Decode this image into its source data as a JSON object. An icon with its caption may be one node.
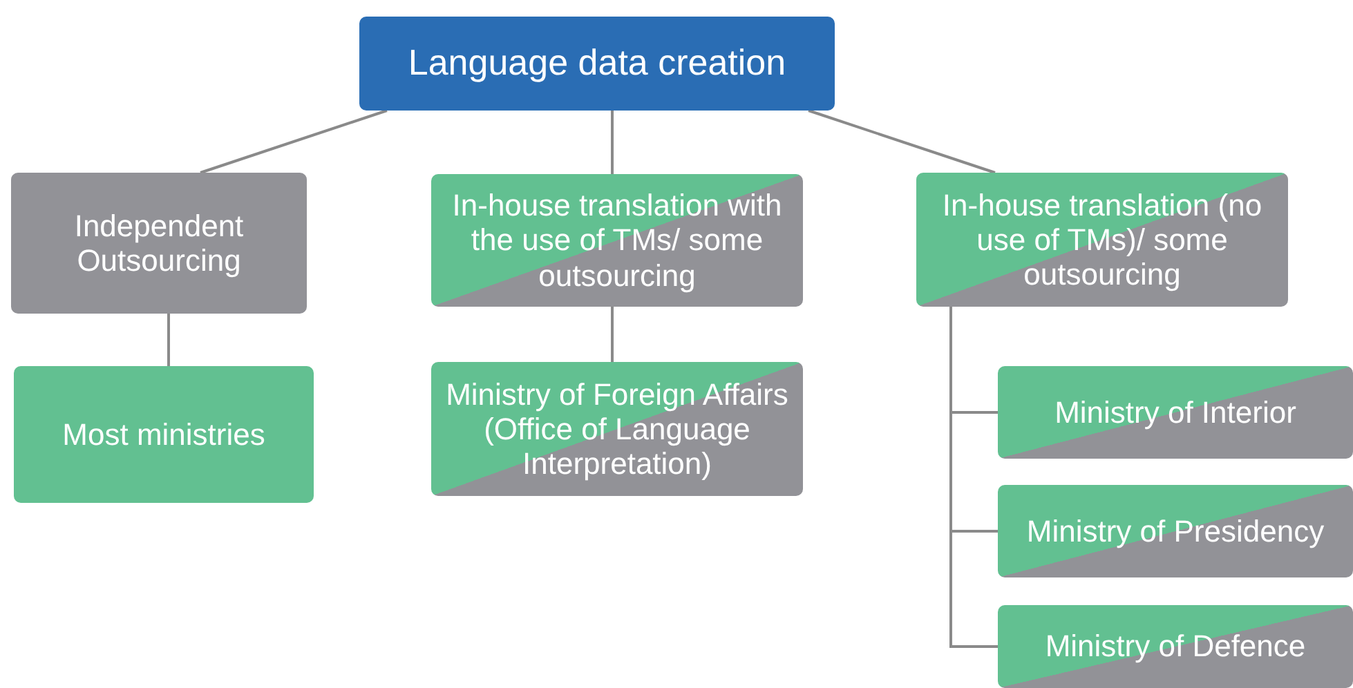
{
  "diagram": {
    "nodes": [
      {
        "text": [
          "Language data creation"
        ]
      },
      {
        "text": [
          "Independent Outsourcing"
        ]
      },
      {
        "text": [
          "Most ministries"
        ]
      },
      {
        "text": [
          "In-house translation with the use of TMs/ some outsourcing"
        ]
      },
      {
        "text": [
          "Ministry of Foreign Affairs (Office of Language Interpretation)"
        ]
      },
      {
        "text": [
          "In-house translation (no use of TMs)/ some outsourcing"
        ]
      },
      {
        "text": [
          "Ministry of Interior"
        ]
      },
      {
        "text": [
          "Ministry of Presidency"
        ]
      },
      {
        "text": [
          "Ministry of Defence"
        ]
      }
    ],
    "edges": [
      {
        "from": 0,
        "to": 1,
        "arrow": "none"
      },
      {
        "from": 0,
        "to": 3,
        "arrow": "none"
      },
      {
        "from": 0,
        "to": 5,
        "arrow": "none"
      },
      {
        "from": 1,
        "to": 2,
        "arrow": "none"
      },
      {
        "from": 3,
        "to": 4,
        "arrow": "none"
      },
      {
        "from": 5,
        "to": 6,
        "arrow": "none"
      },
      {
        "from": 5,
        "to": 7,
        "arrow": "none"
      },
      {
        "from": 5,
        "to": 8,
        "arrow": "none"
      }
    ]
  }
}
